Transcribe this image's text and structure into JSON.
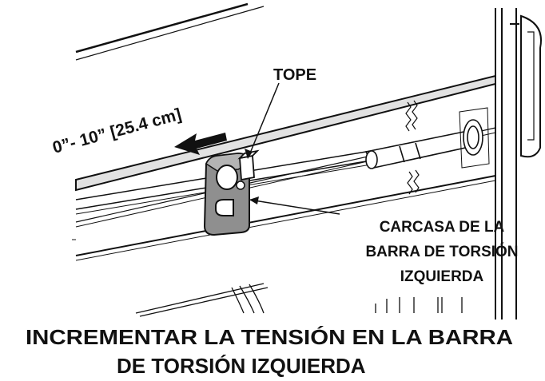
{
  "labels": {
    "stop": "TOPE",
    "distance": "0”- 10” [25.4 cm]",
    "housing_line1": "CARCASA DE LA",
    "housing_line2": "BARRA DE TORSIÓN",
    "housing_line3": "IZQUIERDA"
  },
  "caption": {
    "line1": "INCREMENTAR LA TENSIÓN EN LA BARRA",
    "line2": "DE TORSIÓN IZQUIERDA"
  },
  "colors": {
    "ink": "#111111",
    "housing_fill": "#8f8f8f",
    "rail_shade": "#dedede",
    "background": "#ffffff"
  }
}
